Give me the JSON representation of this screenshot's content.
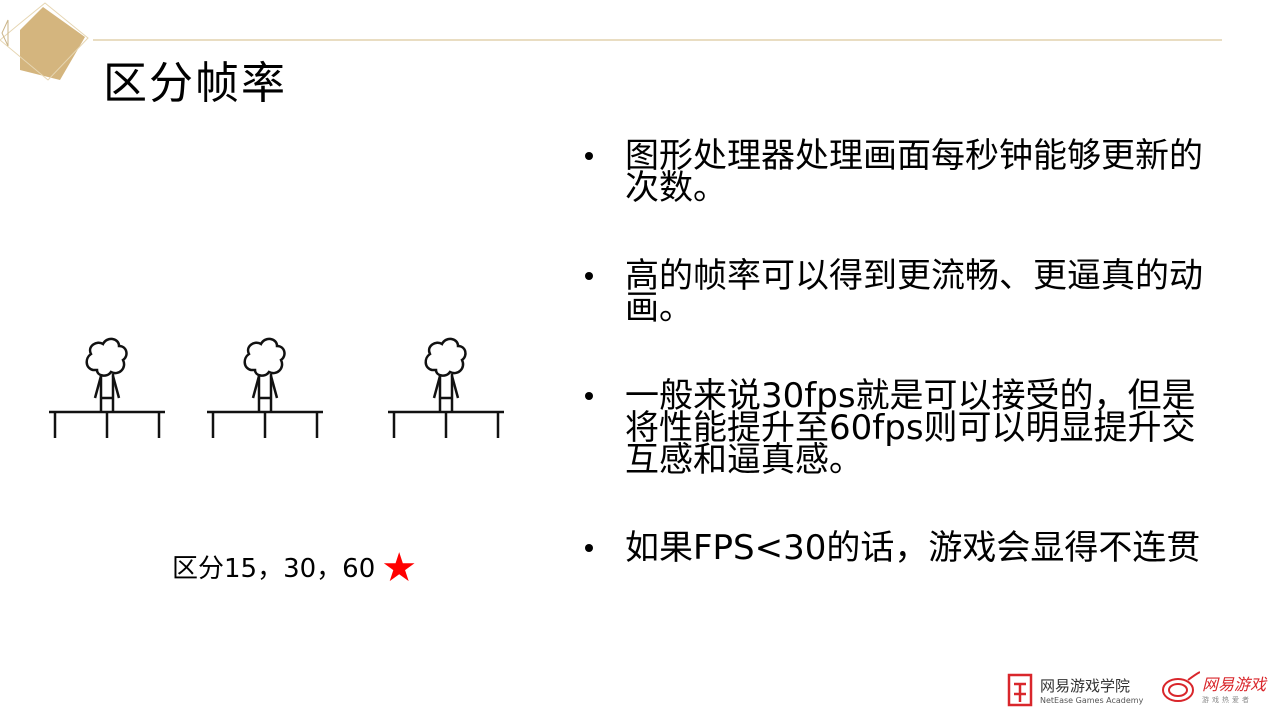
{
  "slide": {
    "title": "区分帧率",
    "bullets": [
      "图形处理器处理画面每秒钟能够更新的次数。",
      "高的帧率可以得到更流畅、更逼真的动画。",
      "一般来说30fps就是可以接受的，但是将性能提升至60fps则可以明显提升交互感和逼真感。",
      "如果FPS<30的话，游戏会显得不连贯"
    ],
    "caption": "区分15，30，60",
    "caption_icon": "star-icon",
    "accent_color": "#d4b57e",
    "star_color": "#ff0000"
  },
  "footer": {
    "academy_name": "网易游戏学院",
    "academy_name_en": "NetEase Games Academy",
    "brand_name": "网易游戏",
    "brand_tagline": "游戏热爱者"
  }
}
